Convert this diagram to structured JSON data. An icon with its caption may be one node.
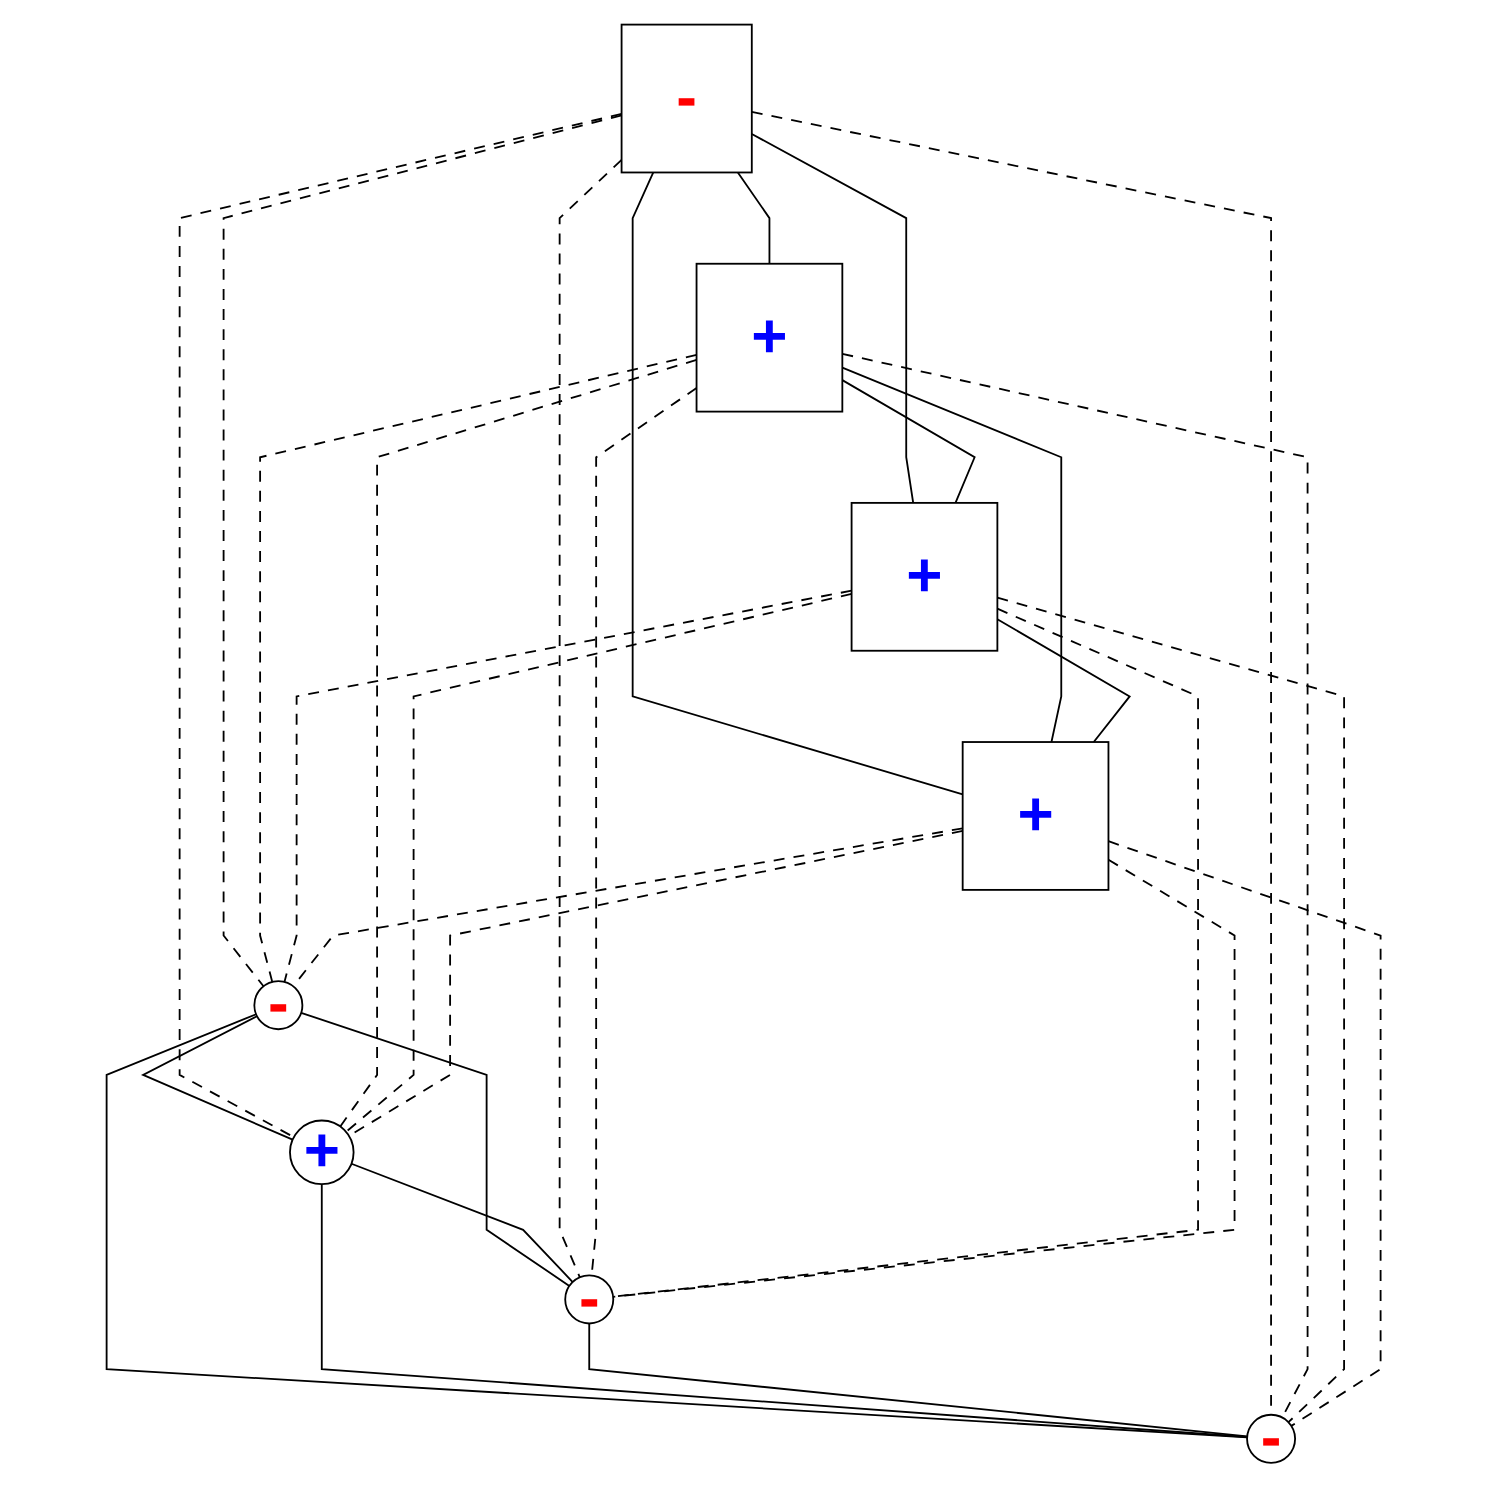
{
  "diagram": {
    "nodes": [
      {
        "text": [
          "-"
        ]
      },
      {
        "text": [
          "+"
        ]
      },
      {
        "text": [
          "+"
        ]
      },
      {
        "text": [
          "-"
        ]
      },
      {
        "text": [
          "+"
        ]
      },
      {
        "text": [
          "+"
        ]
      },
      {
        "text": [
          "-"
        ]
      },
      {
        "text": [
          "-"
        ]
      }
    ],
    "edges": [
      {
        "from": 0,
        "to": 1,
        "arrow": "none"
      },
      {
        "from": 0,
        "to": 2,
        "arrow": "none"
      },
      {
        "from": 0,
        "to": 4,
        "arrow": "none"
      },
      {
        "from": 1,
        "to": 2,
        "arrow": "none"
      },
      {
        "from": 1,
        "to": 4,
        "arrow": "none"
      },
      {
        "from": 2,
        "to": 4,
        "arrow": "none"
      },
      {
        "from": 3,
        "to": 5,
        "arrow": "none"
      },
      {
        "from": 3,
        "to": 7,
        "arrow": "none"
      },
      {
        "from": 3,
        "to": 6,
        "arrow": "none"
      },
      {
        "from": 5,
        "to": 7,
        "arrow": "none"
      },
      {
        "from": 5,
        "to": 6,
        "arrow": "none"
      },
      {
        "from": 6,
        "to": 7,
        "arrow": "none"
      },
      {
        "from": 0,
        "to": 3,
        "arrow": "none",
        "style": "dashed"
      },
      {
        "from": 0,
        "to": 5,
        "arrow": "none",
        "style": "dashed"
      },
      {
        "from": 0,
        "to": 6,
        "arrow": "none",
        "style": "dashed"
      },
      {
        "from": 0,
        "to": 7,
        "arrow": "none",
        "style": "dashed"
      },
      {
        "from": 1,
        "to": 3,
        "arrow": "none",
        "style": "dashed"
      },
      {
        "from": 1,
        "to": 5,
        "arrow": "none",
        "style": "dashed"
      },
      {
        "from": 1,
        "to": 6,
        "arrow": "none",
        "style": "dashed"
      },
      {
        "from": 1,
        "to": 7,
        "arrow": "none",
        "style": "dashed"
      },
      {
        "from": 2,
        "to": 3,
        "arrow": "none",
        "style": "dashed"
      },
      {
        "from": 2,
        "to": 5,
        "arrow": "none",
        "style": "dashed"
      },
      {
        "from": 2,
        "to": 6,
        "arrow": "none",
        "style": "dashed"
      },
      {
        "from": 2,
        "to": 7,
        "arrow": "none",
        "style": "dashed"
      },
      {
        "from": 4,
        "to": 3,
        "arrow": "none",
        "style": "dashed"
      },
      {
        "from": 4,
        "to": 5,
        "arrow": "none",
        "style": "dashed"
      },
      {
        "from": 4,
        "to": 6,
        "arrow": "none",
        "style": "dashed"
      },
      {
        "from": 4,
        "to": 7,
        "arrow": "none",
        "style": "dashed"
      }
    ]
  }
}
